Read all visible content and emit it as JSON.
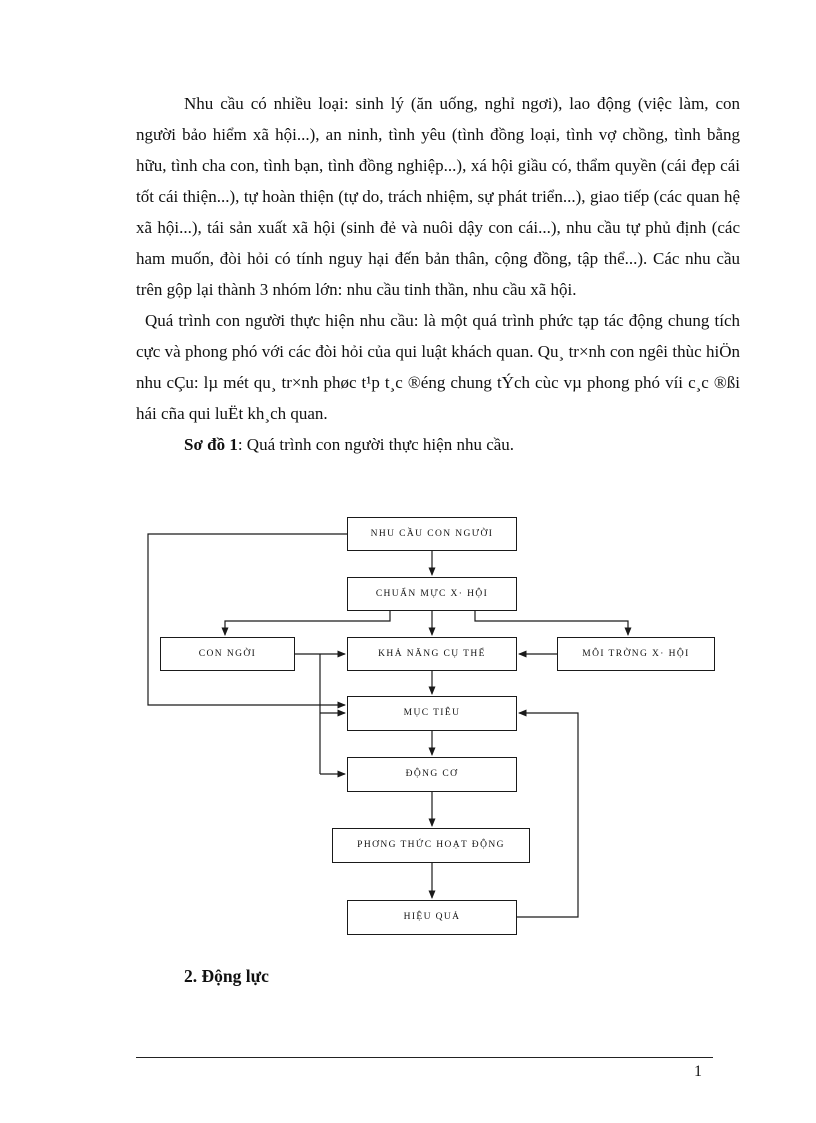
{
  "document": {
    "paragraph1": "Nhu cầu có nhiều loại: sinh lý (ăn uống, nghỉ ngơi), lao động (việc làm, con người bảo hiểm xã hội...), an ninh, tình yêu (tình đồng loại, tình vợ chồng, tình bằng hữu, tình cha con, tình bạn, tình đồng nghiệp...), xá hội giầu có, thẩm quyền (cái đẹp cái tốt cái thiện...), tự hoàn thiện (tự do, trách nhiệm, sự phát triển...), giao tiếp (các quan hệ xã hội...), tái sản xuất xã hội (sinh đẻ và nuôi dậy con cái...), nhu cầu tự phủ định (các ham muốn, đòi hỏi có tính nguy hại đến bản thân, cộng đồng, tập thể...). Các nhu cầu trên gộp lại thành 3 nhóm lớn: nhu cầu tinh thần, nhu cầu xã hội.",
    "paragraph2": "Quá trình con người thực hiện nhu cầu: là một quá trình phức tạp tác động chung tích cực và phong phó với các đòi hỏi của qui luật khách quan.  Qu¸ tr×nh con ngêi thùc hiÖn nhu cÇu: lµ mét qu¸ tr×nh phøc t¹p t¸c ®éng chung tÝch cùc vµ phong phó víi c¸c ®ßi hái cña qui luËt kh¸ch quan.",
    "caption_bold": "Sơ đồ 1",
    "caption_rest": ": Quá trình con người thực hiện nhu cầu.",
    "heading": "2. Động lực",
    "page_number": "1"
  },
  "diagram": {
    "boxes": [
      {
        "name": "nhu-cau-con-nguoi",
        "label": "NHU CẦU CON NGƯỜI"
      },
      {
        "name": "chuan-muc-xa-hoi",
        "label": "CHUẨN MỰC X· HỘI"
      },
      {
        "name": "con-nguoi",
        "label": "CON NGỜI"
      },
      {
        "name": "kha-nang-cu-the",
        "label": "KHẢ NĂNG CỤ THỂ"
      },
      {
        "name": "moi-truong-xa-hoi",
        "label": "MÔI TRỜNG  X· HỘI"
      },
      {
        "name": "muc-tieu",
        "label": "MỤC TIÊU"
      },
      {
        "name": "dong-co",
        "label": "ĐỘNG CƠ"
      },
      {
        "name": "phuong-thuc-hoat-dong",
        "label": "PHƠNG  THỨC HOẠT ĐỘNG"
      },
      {
        "name": "hieu-qua",
        "label": "HIỆU QUẢ"
      }
    ],
    "colors": {
      "ink": "#1a1a1a",
      "paper": "#ffffff"
    }
  }
}
